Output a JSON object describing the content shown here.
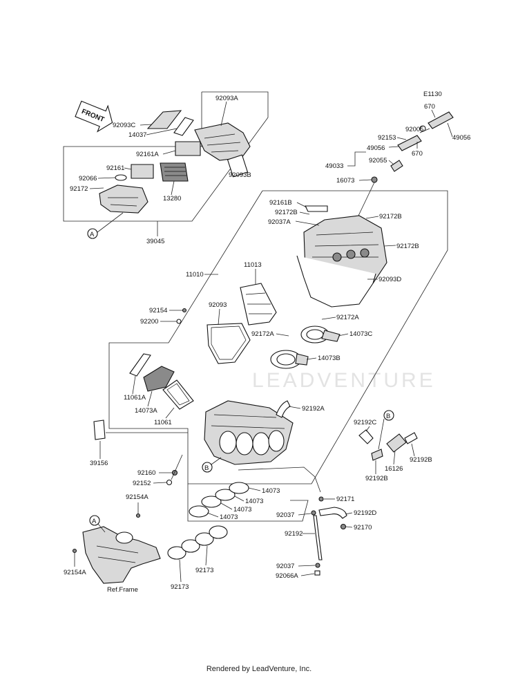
{
  "diagram_code": "E1130",
  "front_label": "FRONT",
  "watermark": "LEADVENTURE",
  "footer": "Rendered by LeadVenture, Inc.",
  "labels": {
    "p92093A": "92093A",
    "p92093C": "92093C",
    "p14037": "14037",
    "p92161A": "92161A",
    "p92161": "92161",
    "p92066": "92066",
    "p92172": "92172",
    "p13280": "13280",
    "p92093B": "92093B",
    "p39045": "39045",
    "calloutA1": "A",
    "p670a": "670",
    "p670b": "670",
    "p92005": "92005",
    "p49056a": "49056",
    "p92153": "92153",
    "p49056b": "49056",
    "p49033": "49033",
    "p92055": "92055",
    "p16073": "16073",
    "p92161B": "92161B",
    "p92172Bl": "92172B",
    "p92037A": "92037A",
    "p92172Br1": "92172B",
    "p92172Br2": "92172B",
    "p92093D": "92093D",
    "p11010": "11010",
    "p11013": "11013",
    "p92154": "92154",
    "p92200": "92200",
    "p92093": "92093",
    "p92172Ar": "92172A",
    "p14073C": "14073C",
    "p92172Al": "92172A",
    "p14073B": "14073B",
    "p11061A": "11061A",
    "p14073A": "14073A",
    "p11061": "11061",
    "p92192A": "92192A",
    "p39156": "39156",
    "calloutB1": "B",
    "p92192C": "92192C",
    "calloutB2": "B",
    "p16126": "16126",
    "p92192Bl": "92192B",
    "p92192Br": "92192B",
    "p92160": "92160",
    "p92152": "92152",
    "p92154A1": "92154A",
    "calloutA2": "A",
    "p92154A2": "92154A",
    "refFrame": "Ref.Frame",
    "p14073a": "14073",
    "p14073b": "14073",
    "p14073c": "14073",
    "p14073d": "14073",
    "p92171": "92171",
    "p92037a": "92037",
    "p92192D": "92192D",
    "p92170": "92170",
    "p92192": "92192",
    "p92037b": "92037",
    "p92066A": "92066A",
    "p92173a": "92173",
    "p92173b": "92173"
  }
}
